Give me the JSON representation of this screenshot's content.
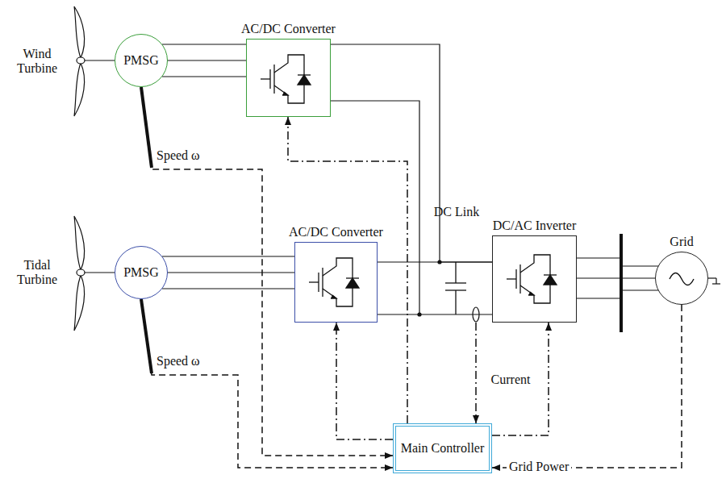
{
  "diagram": {
    "nodes": [
      {
        "text": [
          "PMSG"
        ]
      },
      {
        "text": [
          "AC/DC Converter"
        ]
      },
      {
        "text": [
          "PMSG"
        ]
      },
      {
        "text": [
          "AC/DC Converter"
        ]
      },
      {
        "text": [
          "DC/AC Inverter"
        ]
      },
      {
        "text": [
          "Grid"
        ]
      },
      {
        "text": [
          "Main Controller"
        ]
      }
    ],
    "edges": [
      {
        "from": 0,
        "to": 1,
        "arrow": "none"
      },
      {
        "from": 2,
        "to": 3,
        "arrow": "none"
      },
      {
        "from": 1,
        "to": 4,
        "arrow": "none"
      },
      {
        "from": 3,
        "to": 4,
        "arrow": "none"
      },
      {
        "from": 4,
        "to": 5,
        "arrow": "none"
      },
      {
        "from": 0,
        "to": 6,
        "label": "Speed ω",
        "arrow": "to"
      },
      {
        "from": 2,
        "to": 6,
        "label": "Speed ω",
        "arrow": "to"
      },
      {
        "from": 6,
        "to": 1,
        "arrow": "to"
      },
      {
        "from": 6,
        "to": 3,
        "arrow": "to"
      },
      {
        "from": 6,
        "to": 4,
        "arrow": "to"
      },
      {
        "from": 5,
        "to": 6,
        "label": "Grid Power",
        "arrow": "to"
      }
    ],
    "labels": [
      "Wind Turbine",
      "Tidal Turbine",
      "DC Link",
      "Current"
    ]
  }
}
